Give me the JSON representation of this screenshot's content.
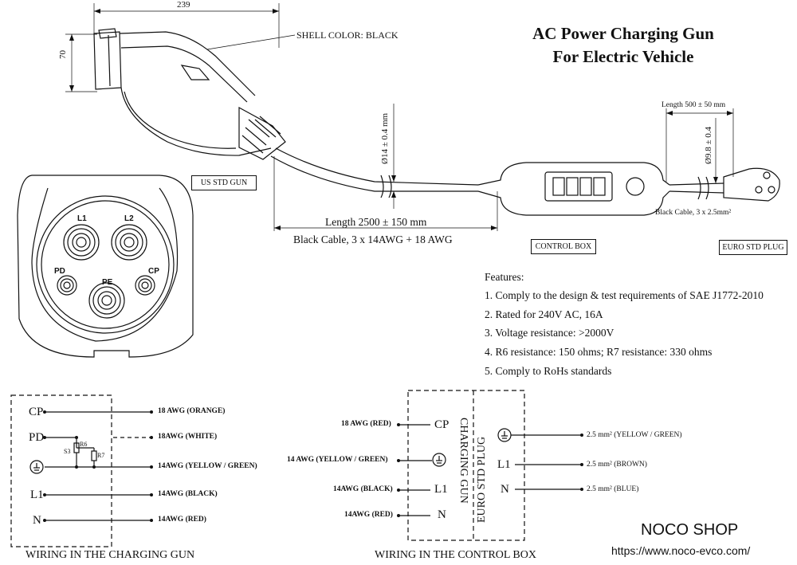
{
  "title": {
    "line1": "AC Power Charging Gun",
    "line2": "For Electric Vehicle"
  },
  "gun": {
    "shell_color": "SHELL COLOR: BLACK",
    "width_dim": "239",
    "height_dim": "70",
    "label": "US STD GUN"
  },
  "cable": {
    "diameter": "Ø14 ± 0.4 mm",
    "length": "Length 2500  ± 150 mm",
    "spec": "Black Cable, 3 x 14AWG + 18 AWG"
  },
  "control_box": {
    "label": "CONTROL BOX"
  },
  "plug_cable": {
    "length": "Length 500  ± 50 mm",
    "diameter": "Ø9.8 ± 0.4",
    "spec": "Black Cable, 3 x 2.5mm²"
  },
  "euro_plug": {
    "label": "EURO STD PLUG"
  },
  "connector_face": {
    "pins": [
      "L1",
      "L2",
      "PD",
      "PE",
      "CP"
    ]
  },
  "features": {
    "heading": "Features:",
    "items": [
      "1. Comply to the design & test requirements of SAE J1772-2010",
      "2. Rated for 240V AC, 16A",
      "3. Voltage resistance: >2000V",
      "4. R6 resistance: 150 ohms; R7 resistance: 330 ohms",
      "5. Comply to RoHs standards"
    ]
  },
  "wiring_gun": {
    "caption": "WIRING IN THE CHARGING GUN",
    "pins": [
      "CP",
      "PD",
      "L1",
      "N"
    ],
    "wires": [
      "18 AWG (ORANGE)",
      "18AWG (WHITE)",
      "14AWG (YELLOW / GREEN)",
      "14AWG (BLACK)",
      "14AWG (RED)"
    ],
    "components": {
      "r6": "R6",
      "r7": "R7",
      "s3": "S3"
    }
  },
  "wiring_box": {
    "caption": "WIRING IN THE CONTROL BOX",
    "left_title": "CHARGING GUN",
    "right_title": "EURO STD PLUG",
    "left_wires": [
      "18 AWG (RED)",
      "14 AWG (YELLOW / GREEN)",
      "14AWG (BLACK)",
      "14AWG (RED)"
    ],
    "left_pins": [
      "CP",
      "L1",
      "N"
    ],
    "right_wires": [
      "2.5 mm² (YELLOW / GREEN)",
      "2.5 mm² (BROWN)",
      "2.5 mm² (BLUE)"
    ],
    "right_pins": [
      "L1",
      "N"
    ]
  },
  "shop": {
    "name": "NOCO SHOP",
    "url": "https://www.noco-evco.com/"
  }
}
